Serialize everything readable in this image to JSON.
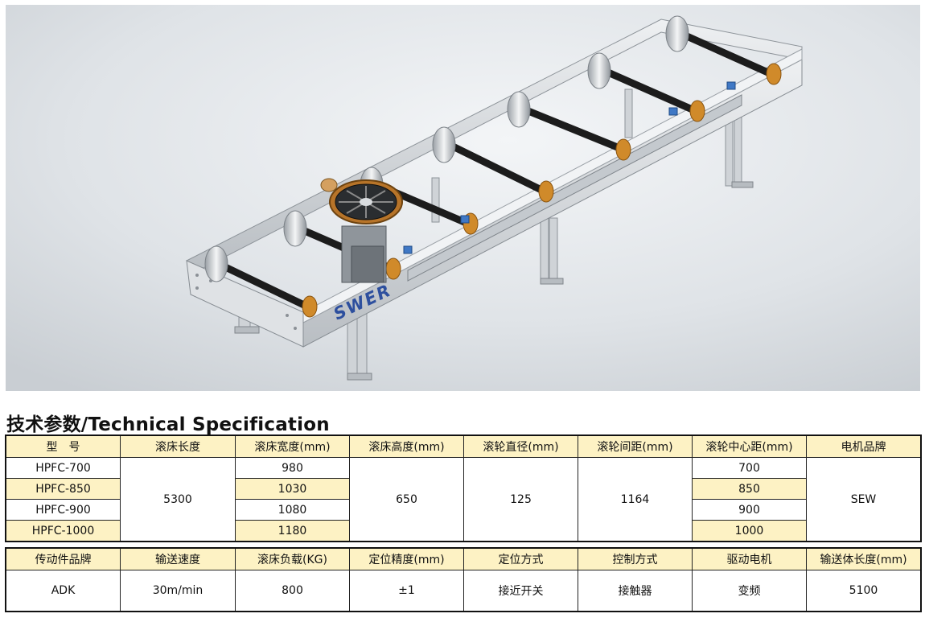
{
  "photo": {
    "brand_text": "SWER"
  },
  "section_title": "技术参数/Technical Specification",
  "table1": {
    "headers": [
      "型　号",
      "滚床长度",
      "滚床宽度(mm)",
      "滚床高度(mm)",
      "滚轮直径(mm)",
      "滚轮间距(mm)",
      "滚轮中心距(mm)",
      "电机品牌"
    ],
    "models": [
      "HPFC-700",
      "HPFC-850",
      "HPFC-900",
      "HPFC-1000"
    ],
    "length": "5300",
    "widths": [
      "980",
      "1030",
      "1080",
      "1180"
    ],
    "height": "650",
    "roller_diameter": "125",
    "roller_spacing": "1164",
    "center_distances": [
      "700",
      "850",
      "900",
      "1000"
    ],
    "motor_brand": "SEW"
  },
  "table2": {
    "headers": [
      "传动件品牌",
      "输送速度",
      "滚床负载(KG)",
      "定位精度(mm)",
      "定位方式",
      "控制方式",
      "驱动电机",
      "输送体长度(mm)"
    ],
    "values": [
      "ADK",
      "30m/min",
      "800",
      "±1",
      "接近开关",
      "接触器",
      "变频",
      "5100"
    ]
  },
  "colors": {
    "header_bg": "#fdf2c4",
    "border": "#222222",
    "brand_blue": "#2d4f9e"
  }
}
